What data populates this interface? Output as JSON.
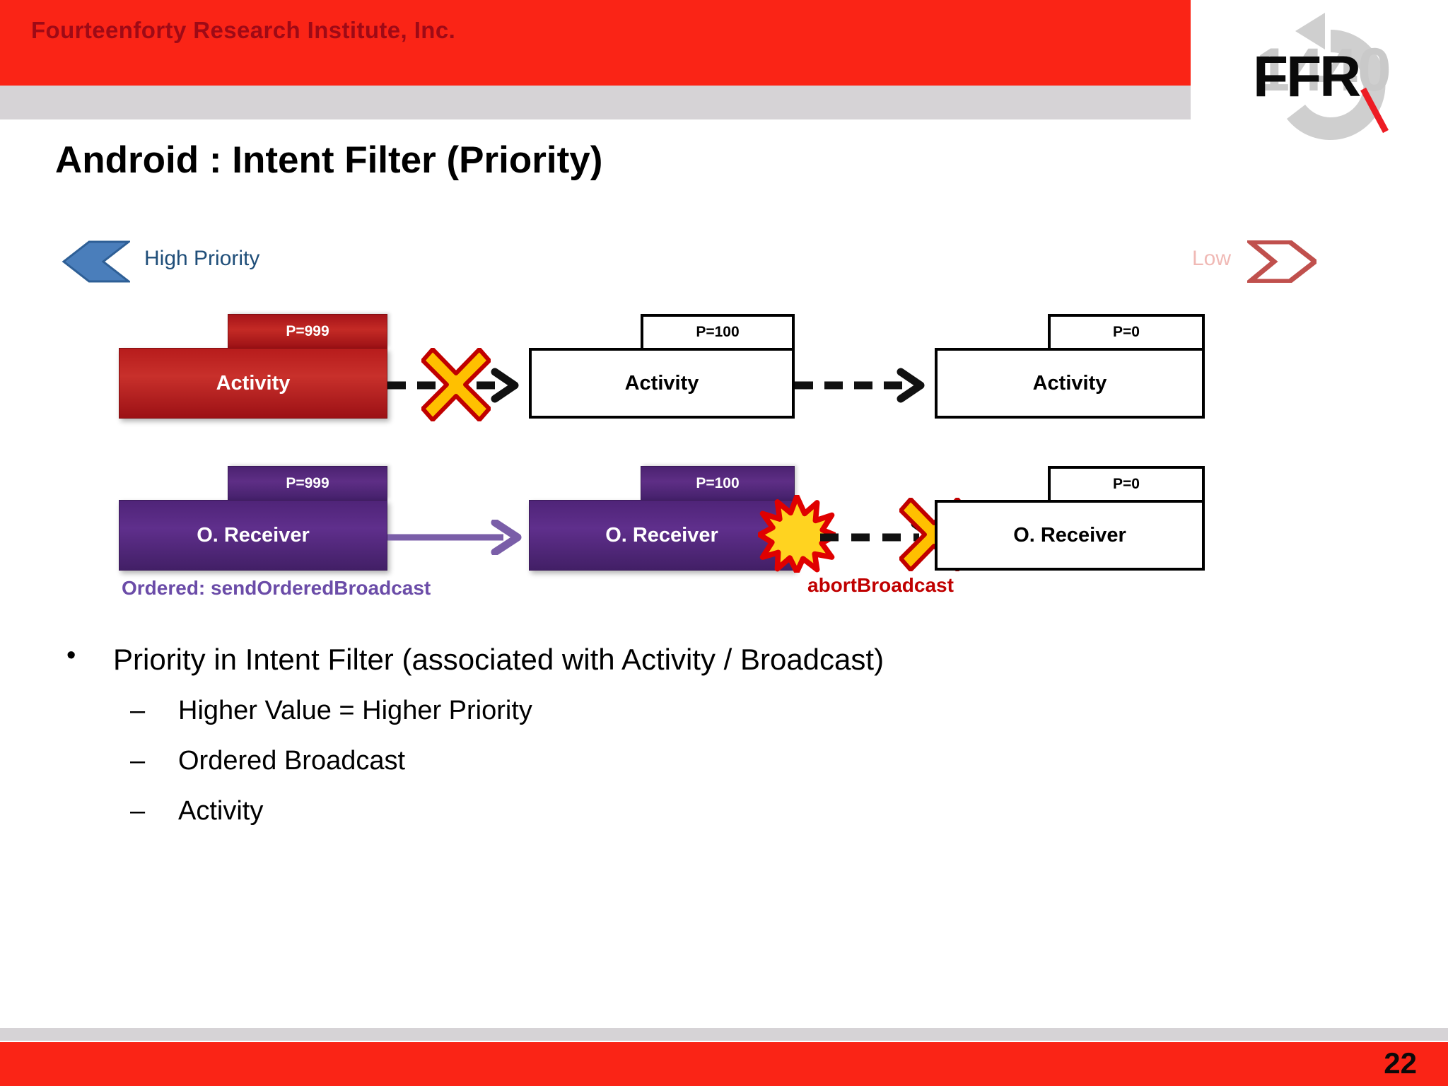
{
  "header": {
    "company": "Fourteenforty Research Institute, Inc.",
    "logo_text": "FFR",
    "logo_watermark": "1440",
    "red_band_color": "#FA2416",
    "gray_band_color": "#D6D3D6",
    "company_text_color": "#9E0A16"
  },
  "slide": {
    "title": "Android : Intent Filter (Priority)",
    "page_number": "22"
  },
  "priority_bar": {
    "high_label": "High Priority",
    "high_label_color": "#1F4E79",
    "high_chevron_color": "#4A7EBB",
    "low_label": "Low",
    "low_label_color": "#F0B9B5",
    "low_chevron_color": "#C0504D"
  },
  "diagram": {
    "rows": [
      {
        "kind": "activity",
        "nodes": [
          {
            "priority": "P=999",
            "label": "Activity",
            "style": "red"
          },
          {
            "priority": "P=100",
            "label": "Activity",
            "style": "plain"
          },
          {
            "priority": "P=0",
            "label": "Activity",
            "style": "plain"
          }
        ],
        "connector_1": "blocked-dashed-arrow",
        "connector_2": "dashed-arrow"
      },
      {
        "kind": "receiver",
        "nodes": [
          {
            "priority": "P=999",
            "label": "O. Receiver",
            "style": "purple"
          },
          {
            "priority": "P=100",
            "label": "O. Receiver",
            "style": "purple"
          },
          {
            "priority": "P=0",
            "label": "O. Receiver",
            "style": "plain"
          }
        ],
        "connector_1": "solid-purple-arrow",
        "connector_2": "blocked-dashed-arrow"
      }
    ],
    "annotations": {
      "ordered": "Ordered: sendOrderedBroadcast",
      "ordered_color": "#6B4CA8",
      "abort": "abortBroadcast",
      "abort_color": "#C00000"
    },
    "marks": {
      "x_fill": "#FFC000",
      "x_stroke": "#C00000",
      "burst_fill": "#FFD320",
      "burst_stroke": "#E00000"
    }
  },
  "body": {
    "bullet_marker": "•",
    "dash_marker": "–",
    "bullets": [
      {
        "level": 1,
        "text": "Priority in Intent Filter (associated with Activity / Broadcast)"
      },
      {
        "level": 2,
        "text": "Higher Value = Higher Priority"
      },
      {
        "level": 2,
        "text": "Ordered Broadcast"
      },
      {
        "level": 2,
        "text": "Activity"
      }
    ]
  }
}
